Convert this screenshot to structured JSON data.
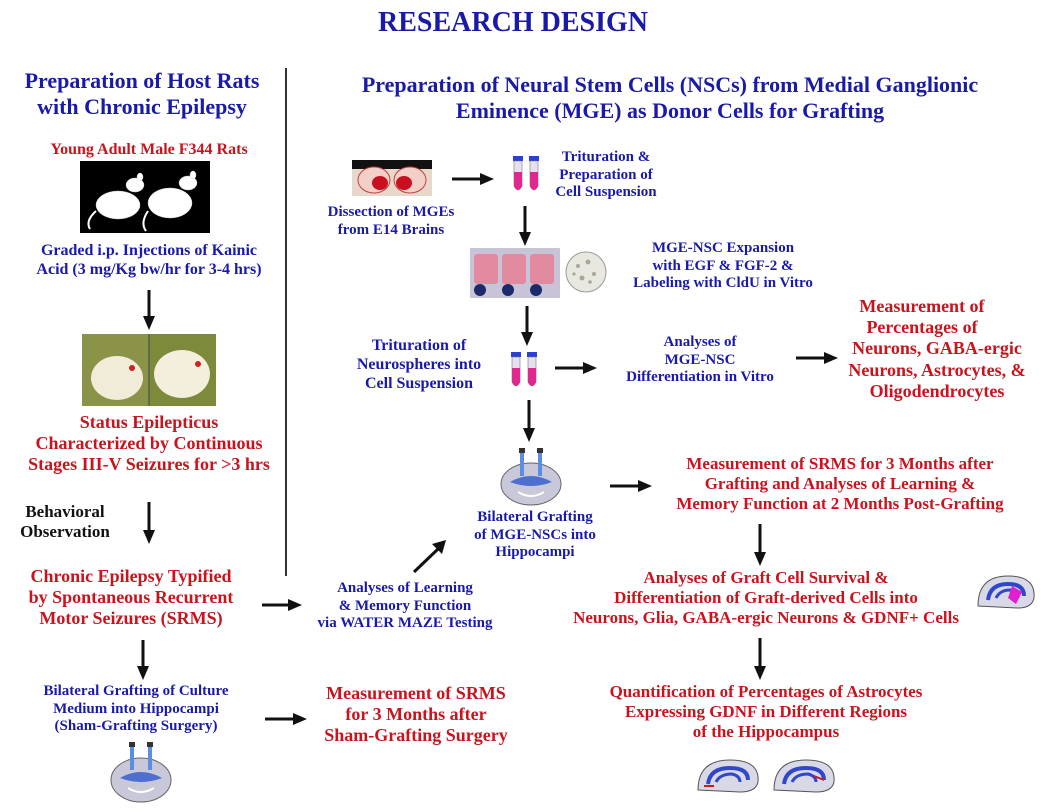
{
  "title": "RESEARCH DESIGN",
  "left_heading": [
    "Preparation of Host Rats",
    "with Chronic Epilepsy"
  ],
  "right_heading": [
    "Preparation of Neural Stem Cells (NSCs) from Medial Ganglionic",
    "Eminence (MGE) as Donor Cells for Grafting"
  ],
  "rats": "Young Adult Male F344 Rats",
  "kainic": [
    "Graded i.p. Injections of Kainic",
    "Acid (3 mg/Kg bw/hr for 3-4 hrs)"
  ],
  "status": [
    "Status Epilepticus",
    "Characterized by Continuous",
    "Stages III-V Seizures for >3 hrs"
  ],
  "behavioral": [
    "Behavioral",
    "Observation"
  ],
  "chronic": [
    "Chronic Epilepsy Typified",
    "by Spontaneous Recurrent",
    "Motor Seizures (SRMS)"
  ],
  "sham": [
    "Bilateral Grafting of Culture",
    "Medium into Hippocampi",
    "(Sham-Grafting Surgery)"
  ],
  "sham_srms": [
    "Measurement of SRMS",
    "for 3 Months after",
    "Sham-Grafting Surgery"
  ],
  "dissection": [
    "Dissection of MGEs",
    "from E14 Brains"
  ],
  "trituration1": [
    "Trituration &",
    "Preparation  of",
    "Cell Suspension"
  ],
  "expansion": [
    "MGE-NSC Expansion",
    "with EGF & FGF-2 &",
    "Labeling with CldU in Vitro"
  ],
  "trituration2": [
    "Trituration of",
    "Neurospheres into",
    "Cell Suspension"
  ],
  "analyses_diff": [
    "Analyses of",
    "MGE-NSC",
    "Differentiation in Vitro"
  ],
  "measurement_pct": [
    "Measurement of",
    "Percentages of",
    "Neurons, GABA-ergic",
    "Neurons, Astrocytes, &",
    "Oligodendrocytes"
  ],
  "grafting": [
    "Bilateral Grafting",
    "of MGE-NSCs into",
    "Hippocampi"
  ],
  "srms3": [
    "Measurement of SRMS for 3 Months after",
    "Grafting and Analyses of Learning &",
    "Memory Function at 2 Months Post-Grafting"
  ],
  "learning": [
    "Analyses of Learning",
    "& Memory Function",
    "via WATER MAZE Testing"
  ],
  "survival": [
    "Analyses of Graft Cell Survival &",
    "Differentiation of Graft-derived Cells into",
    "Neurons, Glia, GABA-ergic Neurons & GDNF+ Cells"
  ],
  "quant": [
    "Quantification of Percentages of Astrocytes",
    "Expressing GDNF in Different Regions",
    "of the Hippocampus"
  ],
  "colors": {
    "blue": "#1a1aa8",
    "red": "#c8141e",
    "arrow": "#111111"
  }
}
